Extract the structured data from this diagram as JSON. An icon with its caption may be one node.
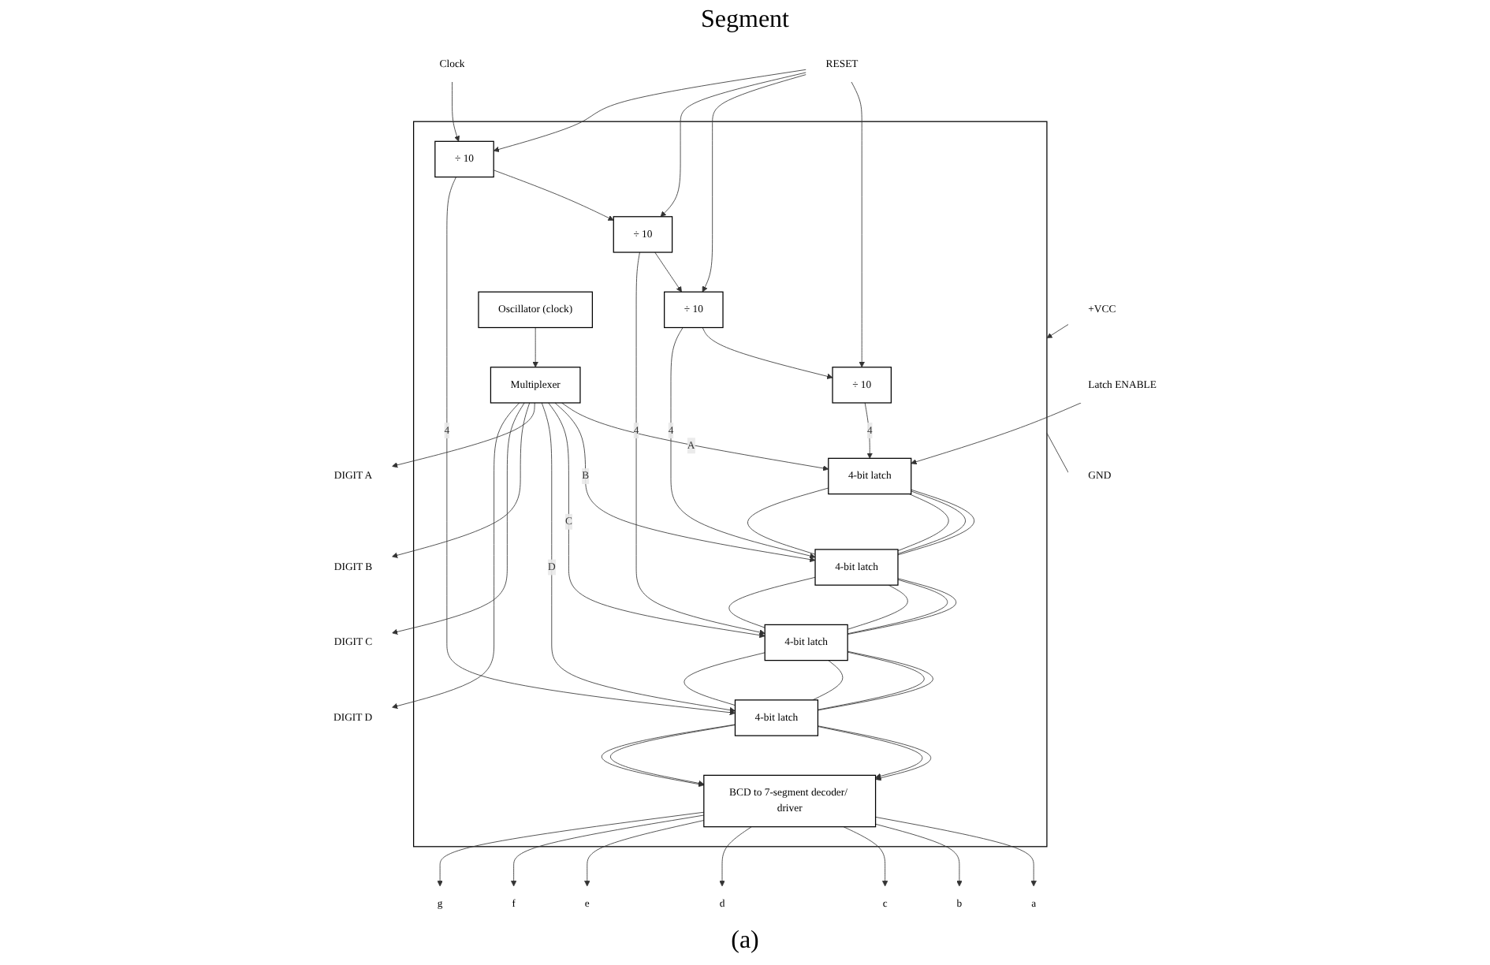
{
  "diagram": {
    "caption": "(a)",
    "nodes": [
      {
        "text": [],
        "shape": "box"
      },
      {
        "text": [
          "÷ 10"
        ],
        "in": 0
      },
      {
        "text": [
          "÷ 10"
        ],
        "in": 0
      },
      {
        "text": [
          "÷ 10"
        ],
        "in": 0
      },
      {
        "text": [
          "÷ 10"
        ],
        "in": 0
      },
      {
        "text": [
          "4-bit latch"
        ],
        "in": 0
      },
      {
        "text": [
          "4-bit latch"
        ],
        "in": 0
      },
      {
        "text": [
          "4-bit latch"
        ],
        "in": 0
      },
      {
        "text": [
          "4-bit latch"
        ],
        "in": 0
      },
      {
        "text": [
          "BCD to 7-segment decoder/ driver"
        ],
        "in": 0
      },
      {
        "text": [
          "Multiplexer"
        ],
        "in": 0
      },
      {
        "text": [
          "Oscillator (clock)"
        ],
        "in": 0
      },
      {
        "text": [
          "RESET"
        ]
      },
      {
        "text": [
          "Clock"
        ]
      },
      {
        "text": [
          "Latch ENABLE"
        ]
      },
      {
        "text": [
          "DIGIT A"
        ]
      },
      {
        "text": [
          "DIGIT B"
        ]
      },
      {
        "text": [
          "DIGIT C"
        ]
      },
      {
        "text": [
          "DIGIT D"
        ]
      },
      {
        "text": [
          "a"
        ]
      },
      {
        "text": [
          "b"
        ]
      },
      {
        "text": [
          "c"
        ]
      },
      {
        "text": [
          "d"
        ]
      },
      {
        "text": [
          "e"
        ]
      },
      {
        "text": [
          "f"
        ]
      },
      {
        "text": [
          "g"
        ]
      },
      {
        "text": [
          "+VCC"
        ]
      },
      {
        "text": [
          "GND"
        ]
      }
    ],
    "edges": [
      {
        "from": 26,
        "to": 0,
        "arrow": "to"
      },
      {
        "from": 12,
        "to": 1,
        "arrow": "to"
      },
      {
        "from": 12,
        "to": 2,
        "arrow": "to"
      },
      {
        "from": 12,
        "to": 3,
        "arrow": "to"
      },
      {
        "from": 12,
        "to": 4,
        "arrow": "to"
      },
      {
        "from": 13,
        "to": 4,
        "arrow": "to"
      },
      {
        "from": 4,
        "to": 3,
        "arrow": "to"
      },
      {
        "from": 3,
        "to": 2,
        "arrow": "to"
      },
      {
        "from": 2,
        "to": 1,
        "arrow": "to"
      },
      {
        "from": 1,
        "to": 5,
        "label": "4",
        "arrow": "to"
      },
      {
        "from": 2,
        "to": 6,
        "label": "4",
        "arrow": "to"
      },
      {
        "from": 3,
        "to": 7,
        "label": "4",
        "arrow": "to"
      },
      {
        "from": 4,
        "to": 8,
        "label": "4",
        "arrow": "to"
      },
      {
        "from": 14,
        "to": 5,
        "arrow": "to"
      },
      {
        "from": 5,
        "to": 6,
        "arrow": "none"
      },
      {
        "from": 5,
        "to": 6,
        "arrow": "none"
      },
      {
        "from": 5,
        "to": 6,
        "arrow": "none"
      },
      {
        "from": 5,
        "to": 6,
        "arrow": "none"
      },
      {
        "from": 6,
        "to": 7,
        "arrow": "none"
      },
      {
        "from": 6,
        "to": 7,
        "arrow": "none"
      },
      {
        "from": 6,
        "to": 7,
        "arrow": "none"
      },
      {
        "from": 6,
        "to": 7,
        "arrow": "none"
      },
      {
        "from": 7,
        "to": 8,
        "arrow": "none"
      },
      {
        "from": 7,
        "to": 8,
        "arrow": "none"
      },
      {
        "from": 7,
        "to": 8,
        "arrow": "none"
      },
      {
        "from": 7,
        "to": 8,
        "arrow": "none"
      },
      {
        "from": 8,
        "to": 9,
        "arrow": "to"
      },
      {
        "from": 8,
        "to": 9,
        "arrow": "to"
      },
      {
        "from": 8,
        "to": 9,
        "arrow": "to"
      },
      {
        "from": 8,
        "to": 9,
        "arrow": "to"
      },
      {
        "from": 9,
        "to": 19,
        "arrow": "to"
      },
      {
        "from": 9,
        "to": 20,
        "arrow": "to"
      },
      {
        "from": 9,
        "to": 21,
        "arrow": "to"
      },
      {
        "from": 9,
        "to": 22,
        "arrow": "to"
      },
      {
        "from": 9,
        "to": 23,
        "arrow": "to"
      },
      {
        "from": 9,
        "to": 24,
        "arrow": "to"
      },
      {
        "from": 9,
        "to": 25,
        "arrow": "to"
      },
      {
        "from": 10,
        "to": 5,
        "label": "A",
        "arrow": "to"
      },
      {
        "from": 10,
        "to": 6,
        "label": "B",
        "arrow": "to"
      },
      {
        "from": 10,
        "to": 7,
        "label": "C",
        "arrow": "to"
      },
      {
        "from": 10,
        "to": 8,
        "label": "D",
        "arrow": "to"
      },
      {
        "from": 11,
        "to": 10,
        "arrow": "to"
      },
      {
        "from": 10,
        "to": 15,
        "arrow": "to"
      },
      {
        "from": 10,
        "to": 16,
        "arrow": "to"
      },
      {
        "from": 10,
        "to": 17,
        "arrow": "to"
      },
      {
        "from": 10,
        "to": 18,
        "arrow": "to"
      },
      {
        "from": 0,
        "to": 27,
        "arrow": "none"
      }
    ],
    "labels": [
      "Segment"
    ]
  }
}
